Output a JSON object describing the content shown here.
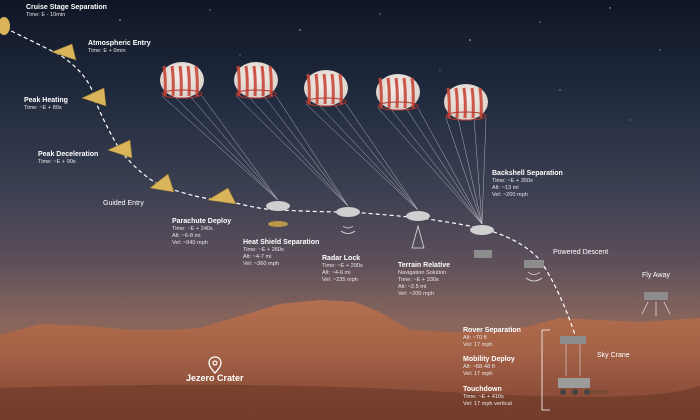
{
  "labels": {
    "cruise": {
      "title": "Cruise Stage Separation",
      "lines": [
        "Time: E - 10min"
      ]
    },
    "atmo": {
      "title": "Atmospheric Entry",
      "lines": [
        "Time: E + 0min"
      ]
    },
    "peakheat": {
      "title": "Peak Heating",
      "lines": [
        "Time: ~E + 80s"
      ]
    },
    "peakdecel": {
      "title": "Peak Deceleration",
      "lines": [
        "Time: ~E + 90s"
      ]
    },
    "guided": {
      "title": "Guided Entry",
      "lines": []
    },
    "chute": {
      "title": "Parachute Deploy",
      "lines": [
        "Time: ~E + 240s",
        "Alt: ~6-8 mi",
        "Vel: ~940 mph"
      ]
    },
    "heatshield": {
      "title": "Heat Shield Separation",
      "lines": [
        "Time: ~E + 260s",
        "Alt: ~4-7 mi",
        "Vel: ~360 mph"
      ]
    },
    "radar": {
      "title": "Radar Lock",
      "lines": [
        "Time: ~E + 290s",
        "Alt: ~4-6 mi",
        "Vel: ~235 mph"
      ]
    },
    "terrain": {
      "title": "Terrain Relative",
      "lines": [
        "Navigation Solution",
        "Time: ~E + 330s",
        "Alt: ~2.5 mi",
        "Vel: ~200 mph"
      ]
    },
    "backshell": {
      "title": "Backshell Separation",
      "lines": [
        "Time: ~E + 350s",
        "Alt: ~13 mi",
        "Vel: ~200 mph"
      ]
    },
    "powered": {
      "title": "Powered Descent",
      "lines": []
    },
    "flyaway": {
      "title": "Fly Away",
      "lines": []
    },
    "roversep": {
      "title": "Rover Separation",
      "lines": [
        "Alt: ~70 ft",
        "Vel: 17 mph"
      ]
    },
    "mobility": {
      "title": "Mobility Deploy",
      "lines": [
        "Alt: ~68-48 ft",
        "Vel: 17 mph"
      ]
    },
    "skycrane": {
      "title": "Sky Crane",
      "lines": []
    },
    "touchdown": {
      "title": "Touchdown",
      "lines": [
        "Time: ~E + 410s",
        "Vel: 17 mph vertical"
      ]
    }
  },
  "crater": "Jezero Crater",
  "icons": [
    "location-pin-icon"
  ],
  "colors": {
    "chute_red": "#c8463a",
    "chute_white": "#f4ece6",
    "capsule_gold": "#d9b45a",
    "path": "#ffffff"
  }
}
